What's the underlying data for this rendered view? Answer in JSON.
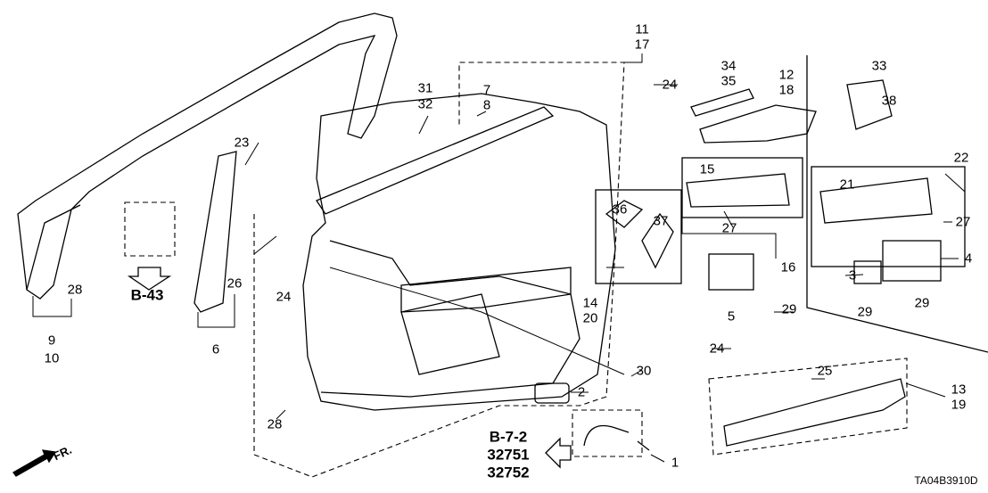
{
  "diagram_code": "TA04B3910D",
  "direction_label": "FR.",
  "references": {
    "b43": "B-43",
    "b72": "B-7-2",
    "p1": "32751",
    "p2": "32752"
  },
  "callouts": [
    {
      "id": "c11",
      "text": "11"
    },
    {
      "id": "c17",
      "text": "17"
    },
    {
      "id": "c24a",
      "text": "24"
    },
    {
      "id": "c34",
      "text": "34"
    },
    {
      "id": "c35",
      "text": "35"
    },
    {
      "id": "c12",
      "text": "12"
    },
    {
      "id": "c18",
      "text": "18"
    },
    {
      "id": "c33",
      "text": "33"
    },
    {
      "id": "c38",
      "text": "38"
    },
    {
      "id": "c22",
      "text": "22"
    },
    {
      "id": "c31",
      "text": "31"
    },
    {
      "id": "c32",
      "text": "32"
    },
    {
      "id": "c7",
      "text": "7"
    },
    {
      "id": "c8",
      "text": "8"
    },
    {
      "id": "c23",
      "text": "23"
    },
    {
      "id": "c36",
      "text": "36"
    },
    {
      "id": "c37",
      "text": "37"
    },
    {
      "id": "c15",
      "text": "15"
    },
    {
      "id": "c27a",
      "text": "27"
    },
    {
      "id": "c16",
      "text": "16"
    },
    {
      "id": "c21",
      "text": "21"
    },
    {
      "id": "c27b",
      "text": "27"
    },
    {
      "id": "c3",
      "text": "3"
    },
    {
      "id": "c4",
      "text": "4"
    },
    {
      "id": "c29a",
      "text": "29"
    },
    {
      "id": "c29b",
      "text": "29"
    },
    {
      "id": "c5",
      "text": "5"
    },
    {
      "id": "c29c",
      "text": "29"
    },
    {
      "id": "c14",
      "text": "14"
    },
    {
      "id": "c20",
      "text": "20"
    },
    {
      "id": "c24b",
      "text": "24"
    },
    {
      "id": "c26",
      "text": "26"
    },
    {
      "id": "c6",
      "text": "6"
    },
    {
      "id": "c28a",
      "text": "28"
    },
    {
      "id": "c9",
      "text": "9"
    },
    {
      "id": "c10",
      "text": "10"
    },
    {
      "id": "c24c",
      "text": "24"
    },
    {
      "id": "c25",
      "text": "25"
    },
    {
      "id": "c13",
      "text": "13"
    },
    {
      "id": "c19",
      "text": "19"
    },
    {
      "id": "c30",
      "text": "30"
    },
    {
      "id": "c2",
      "text": "2"
    },
    {
      "id": "c28b",
      "text": "28"
    },
    {
      "id": "c1",
      "text": "1"
    }
  ]
}
